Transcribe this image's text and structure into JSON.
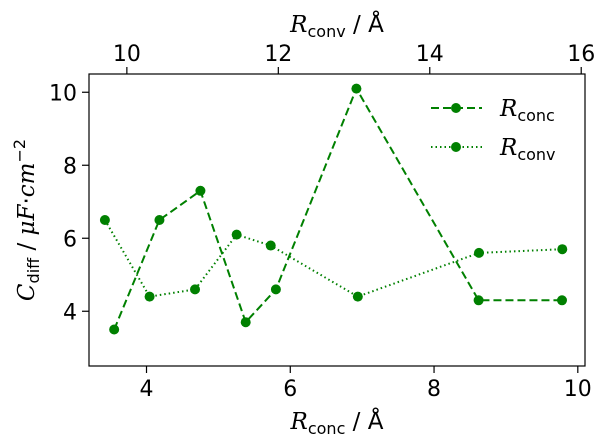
{
  "chart_data": {
    "type": "line",
    "xlabel": "R_conc / Å",
    "x2label": "R_conv / Å",
    "ylabel": "C_diff / μF·cm^-2",
    "xlim": [
      3.2,
      10.1
    ],
    "x2lim": [
      9.5,
      16.05
    ],
    "ylim": [
      2.5,
      10.5
    ],
    "xticks": [
      4,
      6,
      8,
      10
    ],
    "x2ticks": [
      10,
      12,
      14,
      16
    ],
    "yticks": [
      4,
      6,
      8,
      10
    ],
    "legend_position": "top-right",
    "color": "#008000",
    "series": [
      {
        "name": "R_conc",
        "axis": "bottom",
        "linestyle": "dashed",
        "x": [
          3.55,
          4.18,
          4.75,
          5.38,
          5.8,
          6.92,
          8.62,
          9.78
        ],
        "y": [
          3.5,
          6.5,
          7.3,
          3.7,
          4.6,
          10.1,
          4.3,
          4.3
        ]
      },
      {
        "name": "R_conv",
        "axis": "top",
        "linestyle": "dotted",
        "x": [
          9.71,
          10.3,
          10.9,
          11.45,
          11.9,
          13.05,
          14.65,
          15.75
        ],
        "y": [
          6.5,
          4.4,
          4.6,
          6.1,
          5.8,
          4.4,
          5.6,
          5.7
        ]
      }
    ]
  }
}
